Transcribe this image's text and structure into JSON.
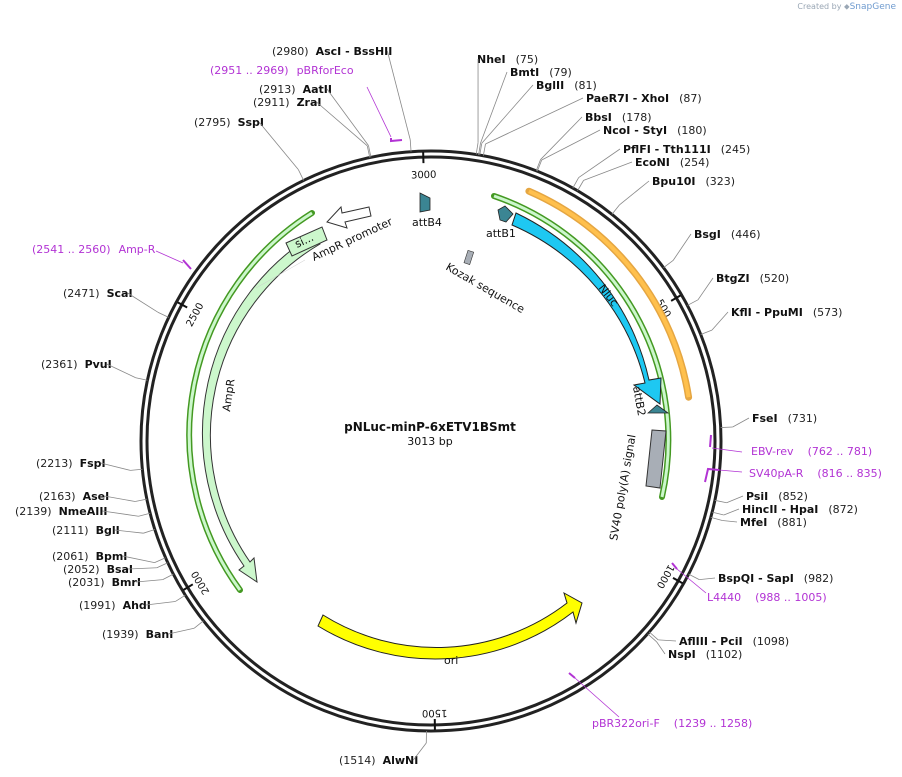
{
  "credit": {
    "prefix": "Created by",
    "brand": "SnapGene"
  },
  "plasmid": {
    "name": "pNLuc-minP-6xETV1BSmt",
    "length_label": "3013 bp",
    "length": 3013
  },
  "ticks": [
    {
      "label": "500",
      "pos": 500
    },
    {
      "label": "1000",
      "pos": 1000
    },
    {
      "label": "1500",
      "pos": 1500
    },
    {
      "label": "2000",
      "pos": 2000
    },
    {
      "label": "2500",
      "pos": 2500
    },
    {
      "label": "3000",
      "pos": 3000
    }
  ],
  "sites": [
    {
      "pos": "(2980)",
      "enz": "AscI",
      "extra": " - BssHII",
      "loc": 2980
    },
    {
      "pos": "(2913)",
      "enz": "AatII",
      "extra": "",
      "loc": 2913
    },
    {
      "pos": "(2911)",
      "enz": "ZraI",
      "extra": "",
      "loc": 2911
    },
    {
      "pos": "(2795)",
      "enz": "SspI",
      "extra": "",
      "loc": 2795
    },
    {
      "pos": "(75)",
      "enz": "NheI",
      "extra": "",
      "loc": 75
    },
    {
      "pos": "(79)",
      "enz": "BmtI",
      "extra": "",
      "loc": 79
    },
    {
      "pos": "(81)",
      "enz": "BglII",
      "extra": "",
      "loc": 81
    },
    {
      "pos": "(87)",
      "enz": "PaeR7I",
      "extra": " - XhoI",
      "loc": 87
    },
    {
      "pos": "(178)",
      "enz": "BbsI",
      "extra": "",
      "loc": 178
    },
    {
      "pos": "(180)",
      "enz": "NcoI",
      "extra": " - StyI",
      "loc": 180
    },
    {
      "pos": "(245)",
      "enz": "PflFI",
      "extra": " - Tth111I",
      "loc": 245
    },
    {
      "pos": "(254)",
      "enz": "EcoNI",
      "extra": "",
      "loc": 254
    },
    {
      "pos": "(323)",
      "enz": "Bpu10I",
      "extra": "",
      "loc": 323
    },
    {
      "pos": "(446)",
      "enz": "BsgI",
      "extra": "",
      "loc": 446
    },
    {
      "pos": "(520)",
      "enz": "BtgZI",
      "extra": "",
      "loc": 520
    },
    {
      "pos": "(573)",
      "enz": "KflI",
      "extra": " - PpuMI",
      "loc": 573
    },
    {
      "pos": "(731)",
      "enz": "FseI",
      "extra": "",
      "loc": 731
    },
    {
      "pos": "(852)",
      "enz": "PsiI",
      "extra": "",
      "loc": 852
    },
    {
      "pos": "(872)",
      "enz": "HincII",
      "extra": " - HpaI",
      "loc": 872
    },
    {
      "pos": "(881)",
      "enz": "MfeI",
      "extra": "",
      "loc": 881
    },
    {
      "pos": "(982)",
      "enz": "BspQI",
      "extra": " - SapI",
      "loc": 982
    },
    {
      "pos": "(1098)",
      "enz": "AflIII",
      "extra": " - PciI",
      "loc": 1098
    },
    {
      "pos": "(1102)",
      "enz": "NspI",
      "extra": "",
      "loc": 1102
    },
    {
      "pos": "(1514)",
      "enz": "AlwNI",
      "extra": "",
      "loc": 1514
    },
    {
      "pos": "(1939)",
      "enz": "BanI",
      "extra": "",
      "loc": 1939
    },
    {
      "pos": "(1991)",
      "enz": "AhdI",
      "extra": "",
      "loc": 1991
    },
    {
      "pos": "(2031)",
      "enz": "BmrI",
      "extra": "",
      "loc": 2031
    },
    {
      "pos": "(2052)",
      "enz": "BsaI",
      "extra": "",
      "loc": 2052
    },
    {
      "pos": "(2061)",
      "enz": "BpmI",
      "extra": "",
      "loc": 2061
    },
    {
      "pos": "(2111)",
      "enz": "BglI",
      "extra": "",
      "loc": 2111
    },
    {
      "pos": "(2139)",
      "enz": "NmeAIII",
      "extra": "",
      "loc": 2139
    },
    {
      "pos": "(2163)",
      "enz": "AseI",
      "extra": "",
      "loc": 2163
    },
    {
      "pos": "(2213)",
      "enz": "FspI",
      "extra": "",
      "loc": 2213
    },
    {
      "pos": "(2361)",
      "enz": "PvuI",
      "extra": "",
      "loc": 2361
    },
    {
      "pos": "(2471)",
      "enz": "ScaI",
      "extra": "",
      "loc": 2471
    }
  ],
  "primers": [
    {
      "range": "(2951 .. 2969)",
      "name": "pBRforEco"
    },
    {
      "range": "(2541 .. 2560)",
      "name": "Amp-R"
    },
    {
      "range": "(762 .. 781)",
      "name": "EBV-rev"
    },
    {
      "range": "(816 .. 835)",
      "name": "SV40pA-R"
    },
    {
      "range": "(988 .. 1005)",
      "name": "L4440"
    },
    {
      "range": "(1239 .. 1258)",
      "name": "pBR322ori-F"
    }
  ],
  "features": {
    "nluc": "Nluc",
    "ori": "ori",
    "ampr": "AmpR",
    "ampr_promoter": "AmpR promoter",
    "sv40": "SV40 poly(A) signal",
    "kozak": "Kozak sequence",
    "attb1": "attB1",
    "attb2": "attB2",
    "attb4": "attB4",
    "signal": "si..."
  },
  "colors": {
    "nluc": "#1ec8f2",
    "ori": "#ffff00",
    "ampr": "#ccf7cc",
    "promoter": "#ffffff",
    "sv40": "#a8aeb6",
    "att": "#3b8593",
    "primer": "#b233d4",
    "orange": "#ffc04d",
    "green": "#66cc33"
  }
}
